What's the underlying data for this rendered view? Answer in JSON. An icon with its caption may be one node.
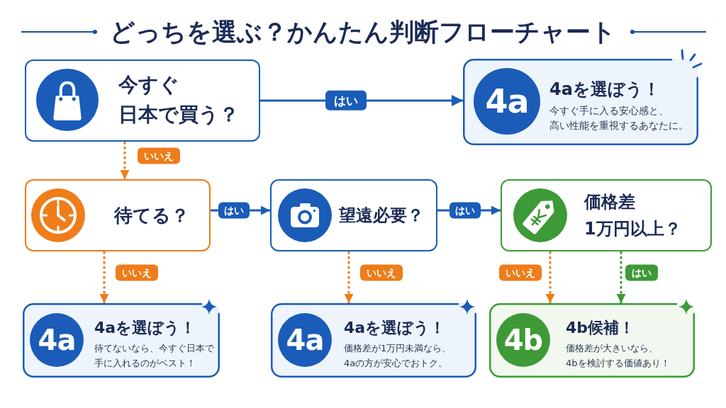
{
  "diagram": {
    "title": "どっちを選ぶ？かんたん判断フローチャート",
    "nodes": [
      {
        "text": [
          "今すぐ日本で買う？"
        ]
      },
      {
        "text": [
          "4aを選ぼう！",
          "今すぐ手に入る安心感と、高い性能を重視するあなたに。"
        ]
      },
      {
        "text": [
          "4a"
        ],
        "in": 1
      },
      {
        "text": [
          "待てる？"
        ]
      },
      {
        "text": [
          "望遠必要？"
        ]
      },
      {
        "text": [
          "価格差1万円以上？"
        ]
      },
      {
        "text": [
          "4aを選ぼう！",
          "待てないなら、今すぐ日本で手に入れるのがベスト！"
        ]
      },
      {
        "text": [
          "4a"
        ],
        "in": 6
      },
      {
        "text": [
          "4aを選ぼう！",
          "価格差が1万円未満なら、4aの方が安心でおトク。"
        ]
      },
      {
        "text": [
          "4a"
        ],
        "in": 8
      },
      {
        "text": [
          "4b候補！",
          "価格差が大きいなら、4bを検討する価値あり！"
        ]
      },
      {
        "text": [
          "4b"
        ],
        "in": 10
      }
    ],
    "edges": [
      {
        "from": 0,
        "to": 1,
        "arrow": "to",
        "label": "はい",
        "color": "#1a5cb8"
      },
      {
        "from": 0,
        "to": 3,
        "arrow": "to",
        "label": "いいえ",
        "style": "dashed"
      },
      {
        "from": 3,
        "to": 4,
        "arrow": "to",
        "label": "はい",
        "color": "#1a5cb8"
      },
      {
        "from": 3,
        "to": 6,
        "arrow": "to",
        "label": "いいえ",
        "style": "dashed"
      },
      {
        "from": 4,
        "to": 5,
        "arrow": "to",
        "label": "はい",
        "color": "#1a5cb8"
      },
      {
        "from": 4,
        "to": 8,
        "arrow": "to",
        "label": "いいえ",
        "style": "dashed"
      },
      {
        "from": 5,
        "to": 10,
        "arrow": "to",
        "label": "いいえ",
        "style": "dashed"
      },
      {
        "from": 5,
        "to": 10,
        "arrow": "to",
        "label": "はい",
        "style": "dashed",
        "color": "#3d9a36"
      }
    ]
  }
}
